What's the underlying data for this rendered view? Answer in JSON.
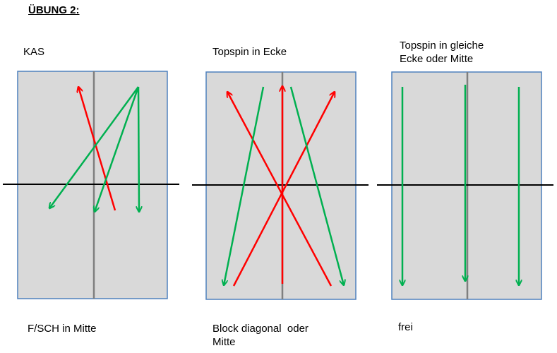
{
  "title": "ÜBUNG 2:",
  "colors": {
    "court_fill": "#d9d9d9",
    "court_border": "#4f81bd",
    "center_line": "#7f7f7f",
    "net_line": "#000000",
    "red_arrow": "#ff0000",
    "green_arrow": "#00b050"
  },
  "panels": [
    {
      "top_label": "KAS",
      "bottom_label": "F/SCH in Mitte"
    },
    {
      "top_label": "Topspin in Ecke",
      "bottom_label_line1": "Block diagonal  oder",
      "bottom_label_line2": "Mitte"
    },
    {
      "top_label_line1": "Topspin in gleiche",
      "top_label_line2": "Ecke oder Mitte",
      "bottom_label": "frei"
    }
  ]
}
